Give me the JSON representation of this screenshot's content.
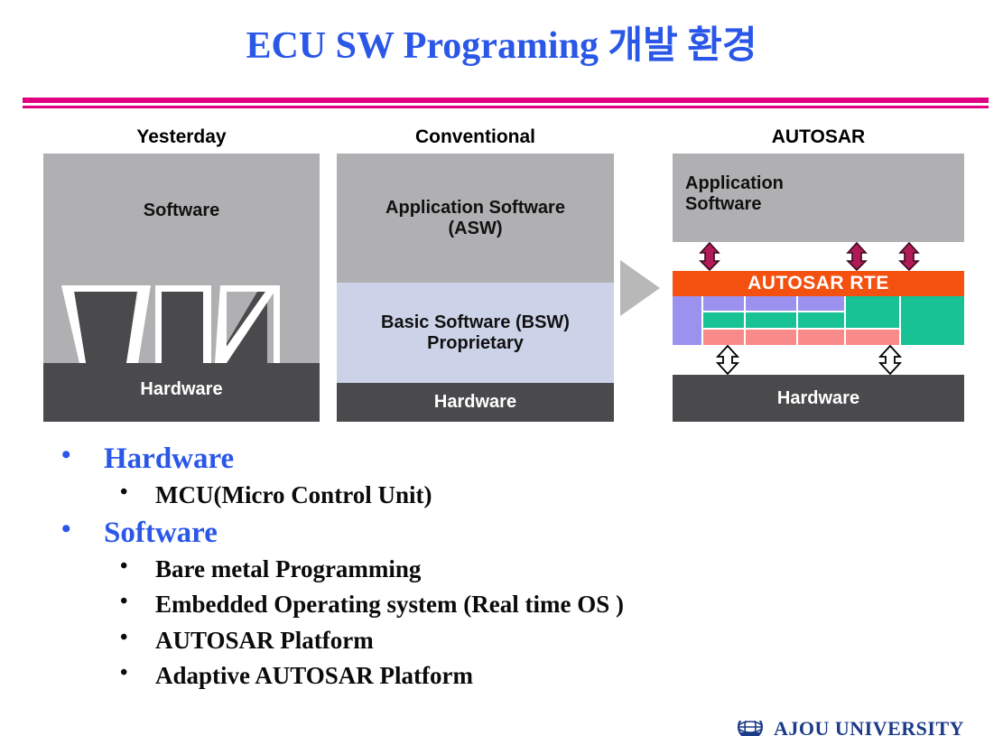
{
  "slide": {
    "title": "ECU SW Programing 개발 환경",
    "title_color": "#2a57e8",
    "divider_color": "#e0007f"
  },
  "diagram": {
    "panels": [
      {
        "id": "yesterday",
        "title": "Yesterday",
        "blocks": [
          {
            "label": "Software",
            "color": "#b0b0b3",
            "text_color": "#111111"
          },
          {
            "label": "Hardware",
            "color": "#4a4a4d",
            "text_color": "#ffffff"
          }
        ]
      },
      {
        "id": "conventional",
        "title": "Conventional",
        "blocks": [
          {
            "label": "Application Software (ASW)",
            "line1": "Application Software",
            "line2": "(ASW)",
            "color": "#b0b0b3",
            "text_color": "#111111"
          },
          {
            "label": "Basic Software (BSW) Proprietary",
            "line1": "Basic Software (BSW)",
            "line2": "Proprietary",
            "color": "#ccd3e8",
            "text_color": "#111111"
          },
          {
            "label": "Hardware",
            "color": "#4a4a4d",
            "text_color": "#ffffff"
          }
        ]
      },
      {
        "id": "autosar",
        "title": "AUTOSAR",
        "blocks": [
          {
            "label": "Application Software",
            "line1": "Application",
            "line2": "Software",
            "color": "#b0b0b3",
            "text_color": "#111111"
          },
          {
            "label": "AUTOSAR RTE",
            "color": "#f4500f",
            "text_color": "#ffffff"
          },
          {
            "label": "Hardware",
            "color": "#4a4a4d",
            "text_color": "#ffffff"
          }
        ],
        "bsw_colors": {
          "lavender": "#9a92ee",
          "teal": "#18c295",
          "pink": "#f98a8a"
        },
        "arrow_colors": {
          "rte_arrow": "#b01a56",
          "hw_arrow": "#ffffff"
        }
      }
    ],
    "transition_arrow_color": "#b8b8b8"
  },
  "bullets": [
    {
      "label": "Hardware",
      "level": 1,
      "children": [
        {
          "label": "MCU(Micro Control Unit)",
          "level": 2
        }
      ]
    },
    {
      "label": "Software",
      "level": 1,
      "children": [
        {
          "label": "Bare metal Programming",
          "level": 2
        },
        {
          "label": "Embedded Operating system (Real time OS )",
          "level": 2
        },
        {
          "label": "AUTOSAR Platform",
          "level": 2
        },
        {
          "label": "Adaptive AUTOSAR Platform",
          "level": 2
        }
      ]
    }
  ],
  "footer": {
    "organization": "AJOU UNIVERSITY",
    "logo_color": "#1b3a87"
  }
}
